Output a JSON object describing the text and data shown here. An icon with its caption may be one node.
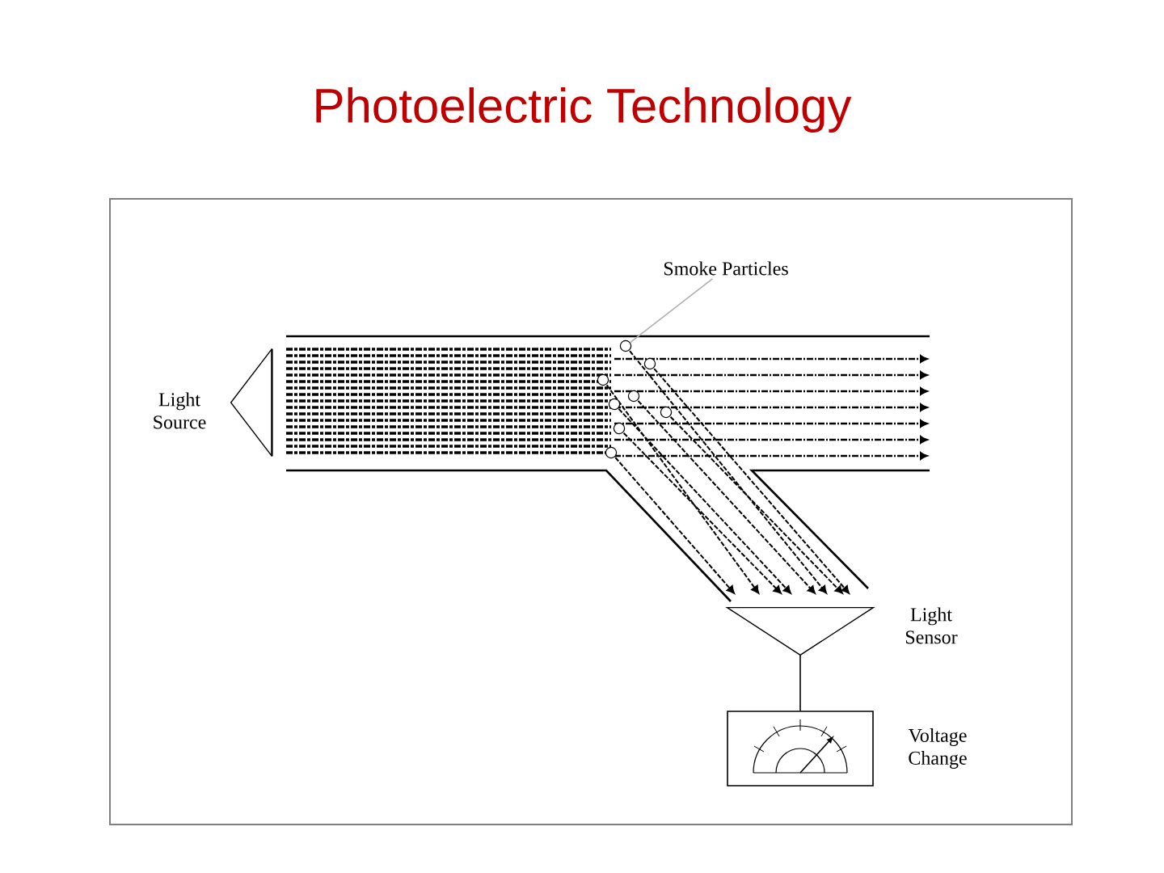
{
  "diagram": {
    "title": "Photoelectric Technology",
    "nodes": [
      {
        "text": [
          "Light Source"
        ]
      },
      {
        "text": [
          "Smoke Particles"
        ]
      },
      {
        "text": [],
        "shape": "circle"
      },
      {
        "text": [
          "Light Sensor"
        ]
      },
      {
        "text": [
          "Voltage Change"
        ]
      }
    ],
    "edges": [
      {
        "from": 1,
        "to": 2,
        "arrow": "none",
        "color": "#b0b0b0"
      },
      {
        "from": 3,
        "to": 4,
        "arrow": "none",
        "color": "#000000"
      }
    ]
  }
}
